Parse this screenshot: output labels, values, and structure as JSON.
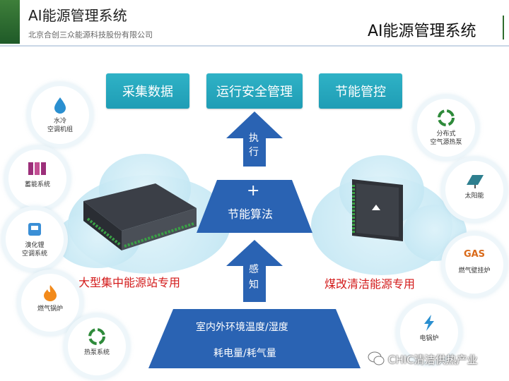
{
  "header": {
    "title": "AI能源管理系统",
    "subtitle": "北京合创三众能源科技股份有限公司",
    "right_title": "AI能源管理系统"
  },
  "top_boxes": [
    "采集数据",
    "运行安全管理",
    "节能管控"
  ],
  "center": {
    "up_arrow_top": "执\n行",
    "plus": "+",
    "algorithm": "节能算法",
    "up_arrow_bottom": "感\n知",
    "base_line1": "室内外环境温度/湿度",
    "base_line2": "耗电量/耗气量"
  },
  "left_label": "大型集中能源站专用",
  "right_label": "煤改清洁能源专用",
  "left_icons": [
    {
      "label": "水冷\n空调机组",
      "icon": "water-drop-icon"
    },
    {
      "label": "蓄能系统",
      "icon": "battery-icon"
    },
    {
      "label": "溴化锂\n空调系统",
      "icon": "chiller-icon"
    },
    {
      "label": "燃气锅炉",
      "icon": "flame-icon"
    },
    {
      "label": "热泵系统",
      "icon": "recycle-icon"
    }
  ],
  "right_icons": [
    {
      "label": "分布式\n空气源热泵",
      "icon": "recycle-icon"
    },
    {
      "label": "太阳能",
      "icon": "solar-panel-icon"
    },
    {
      "label": "燃气壁挂炉",
      "icon": "gas-icon",
      "icon_text": "GAS"
    },
    {
      "label": "电锅炉",
      "icon": "lightning-icon"
    }
  ],
  "watermark": "CHIC清洁供热产业",
  "colors": {
    "teal": "#22a6bc",
    "navy": "#2a63b3",
    "red": "#d31a1a",
    "green": "#2f6d2e"
  }
}
